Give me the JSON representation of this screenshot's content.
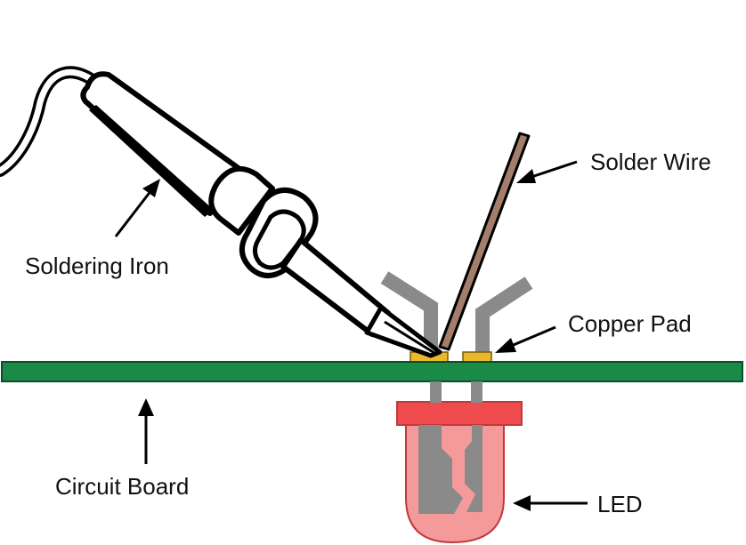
{
  "labels": {
    "soldering_iron": "Soldering Iron",
    "solder_wire": "Solder Wire",
    "copper_pad": "Copper Pad",
    "circuit_board": "Circuit Board",
    "led": "LED"
  },
  "colors": {
    "board": "#1a8a47",
    "board_outline": "#0d4d27",
    "copper_pad": "#e8b92c",
    "led_cap": "#ef4a4d",
    "led_body": "#f59a9a",
    "led_leads": "#8a8a8a",
    "solder_wire": "#a37e6a",
    "iron_body": "#ffffff",
    "outline": "#000000"
  }
}
